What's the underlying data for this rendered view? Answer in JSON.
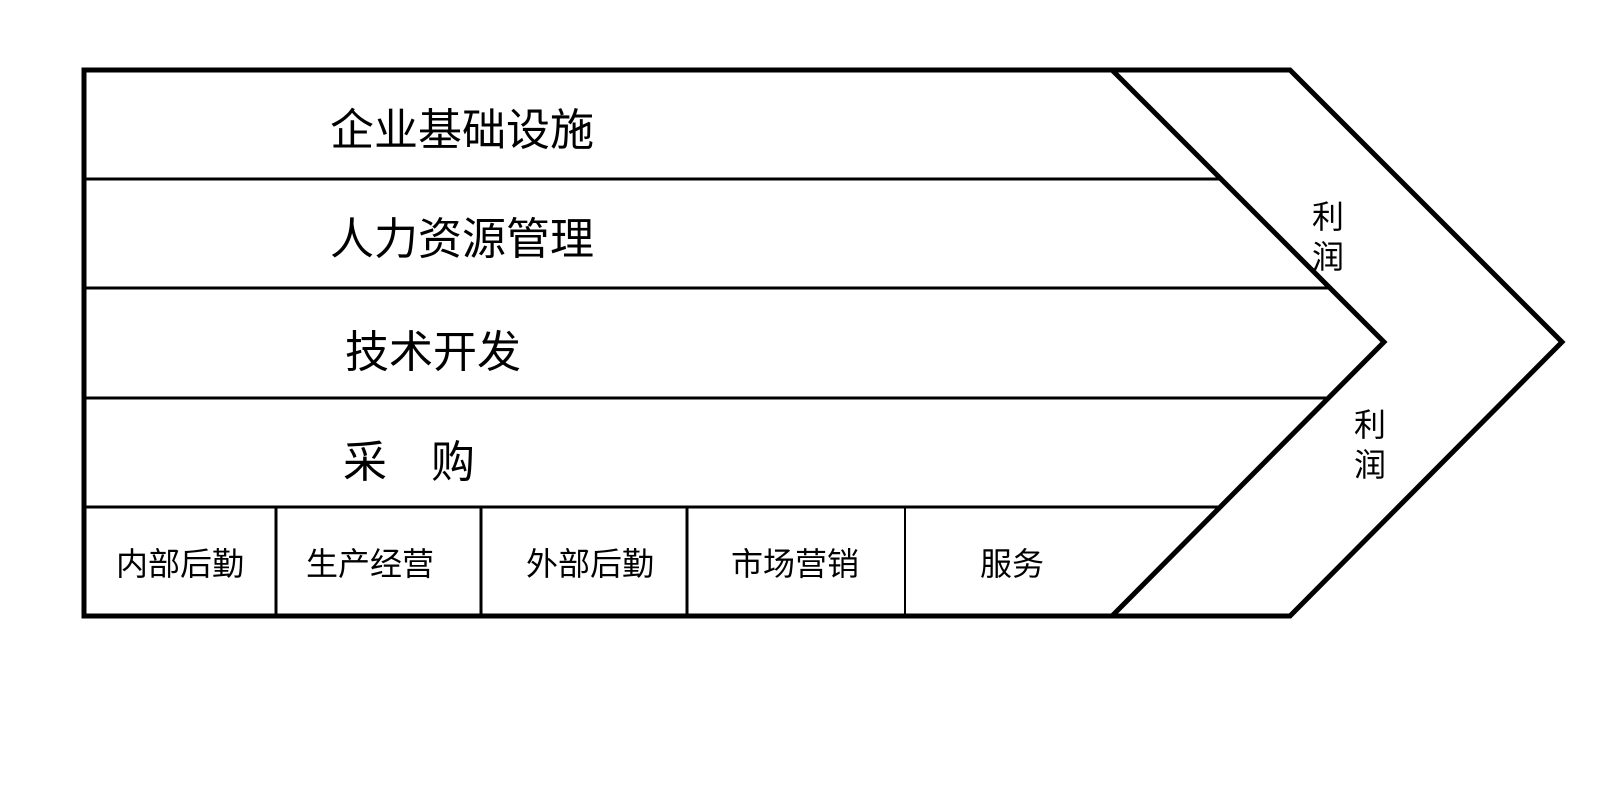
{
  "value_chain": {
    "support_activities": [
      "企业基础设施",
      "人力资源管理",
      "技术开发",
      "采　购"
    ],
    "primary_activities": [
      "内部后勤",
      "生产经营",
      "外部后勤",
      "市场营销",
      "服务"
    ],
    "margin_top": [
      "利",
      "润"
    ],
    "margin_bottom": [
      "利",
      "润"
    ]
  }
}
